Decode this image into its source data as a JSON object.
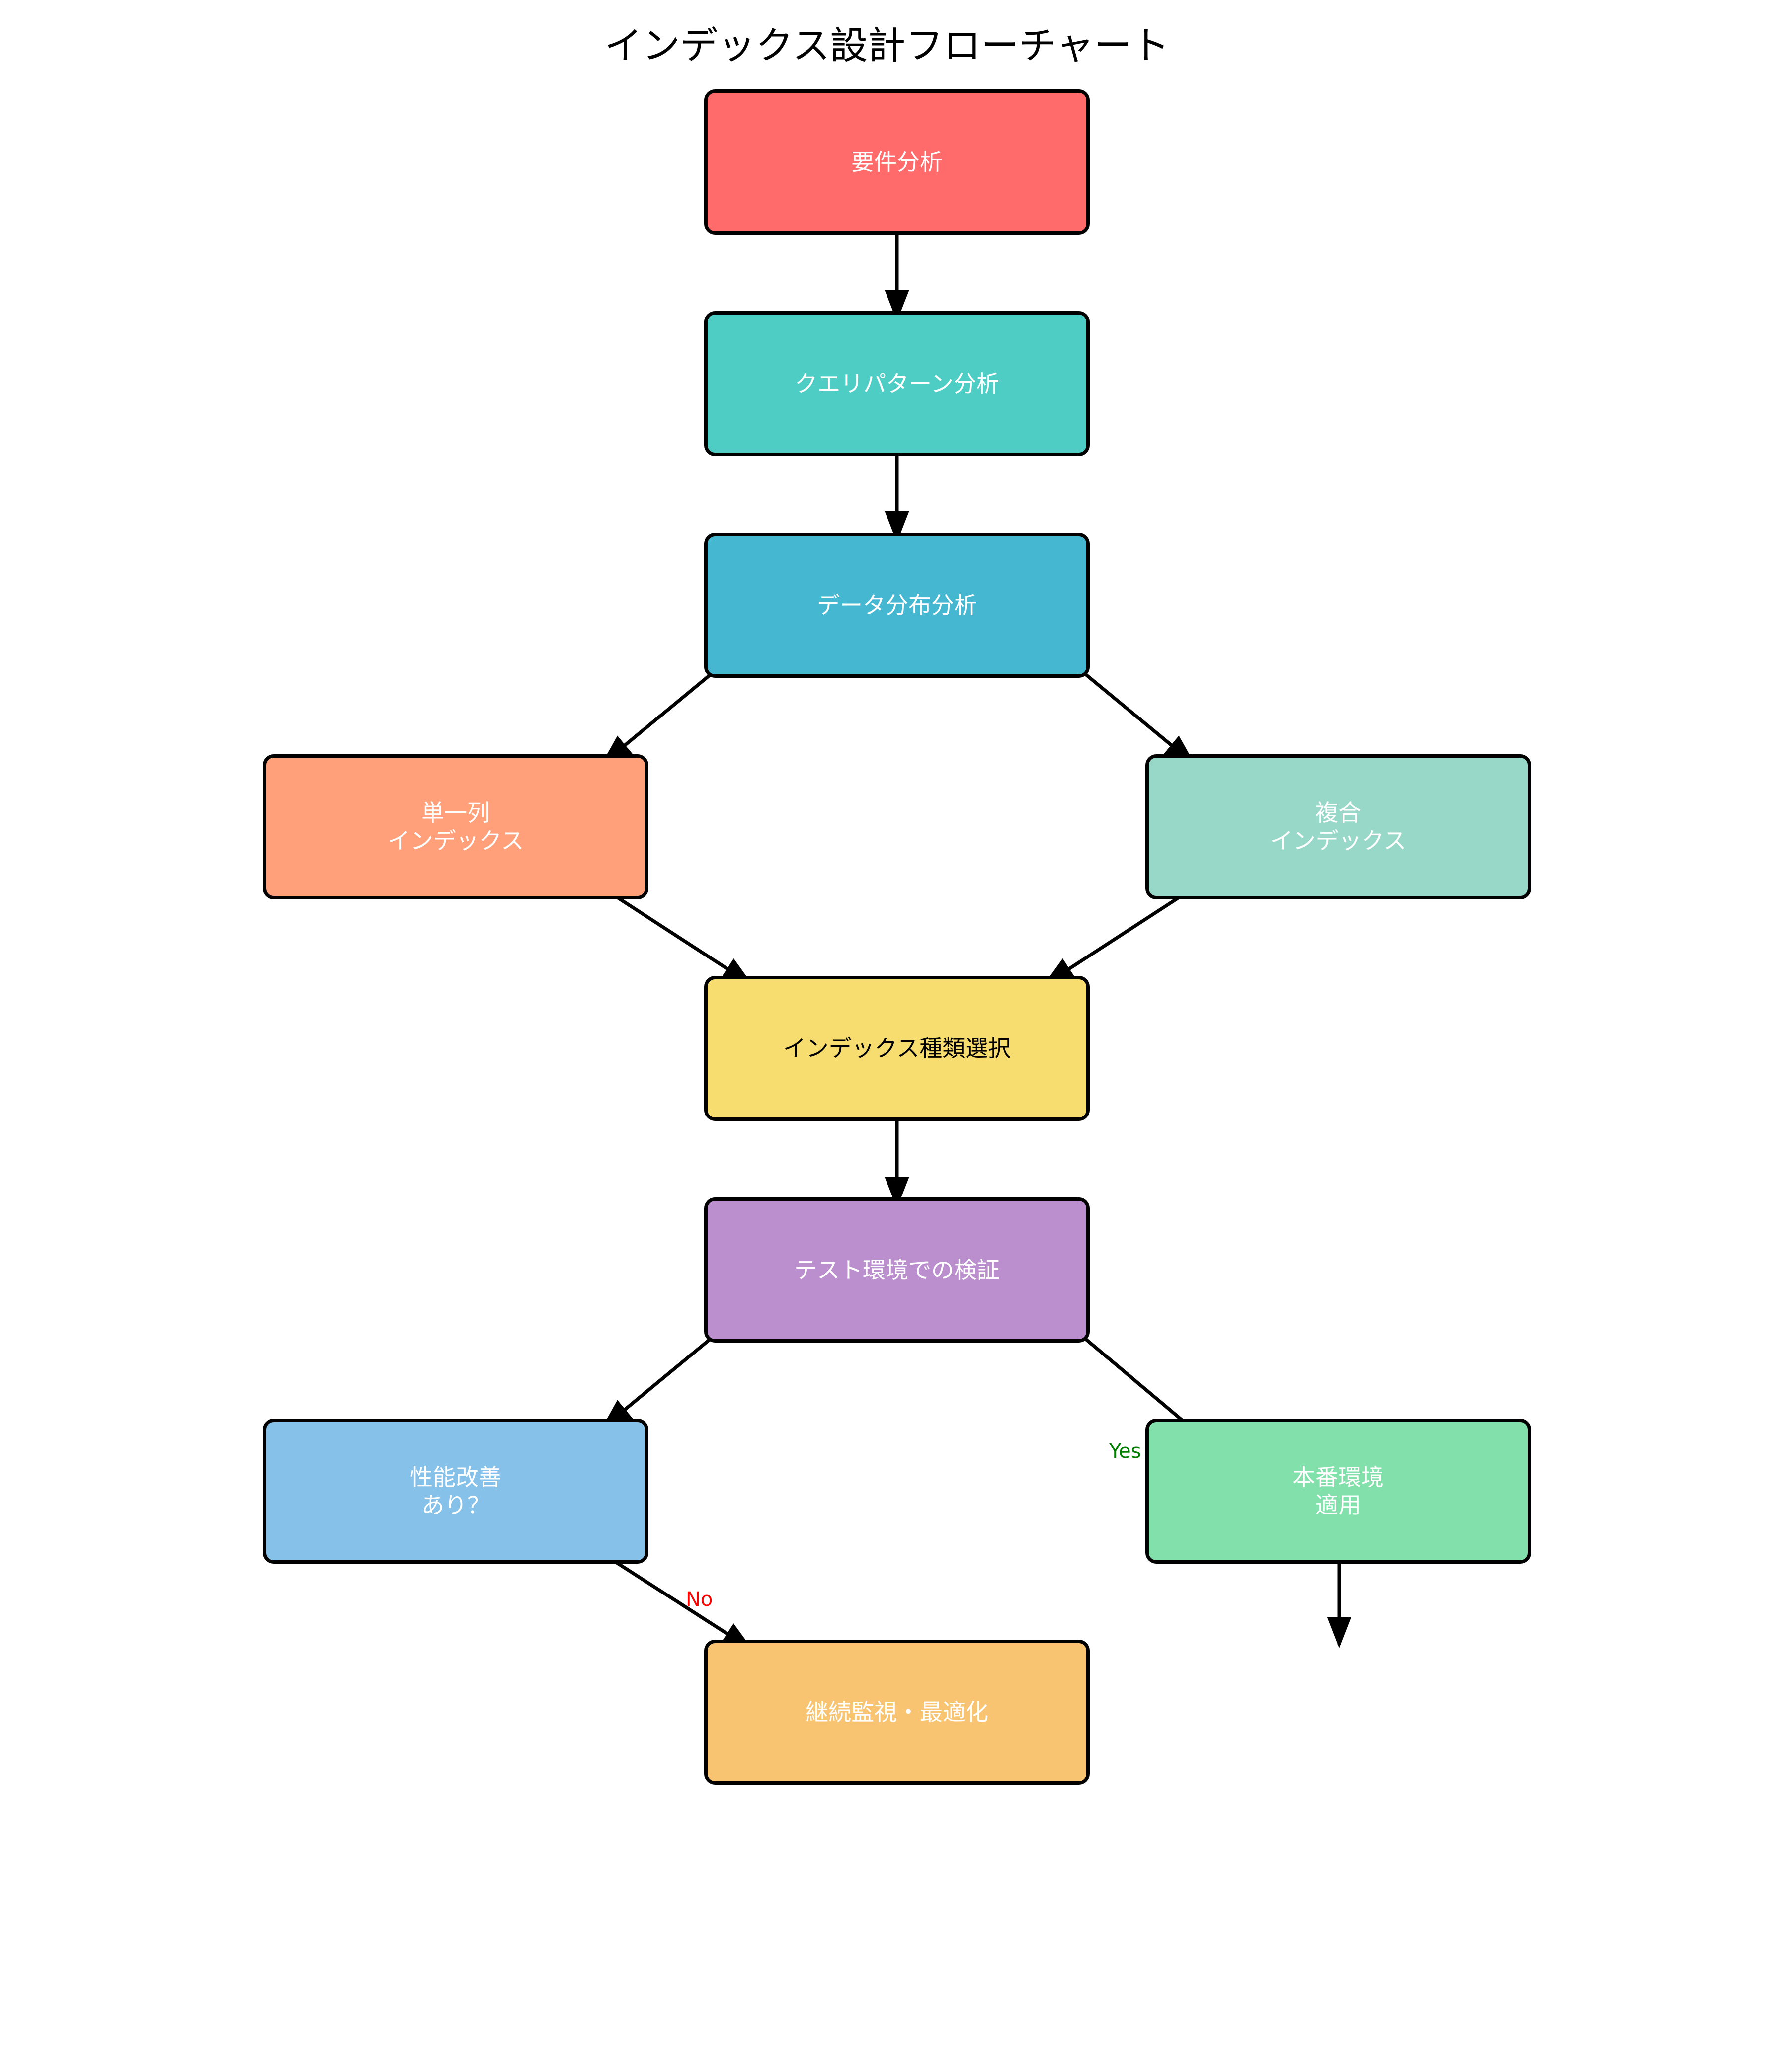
{
  "title": "インデックス設計フローチャート",
  "nodes": {
    "requirements": {
      "label": "要件分析",
      "color": "#FF6B6B"
    },
    "query_pattern": {
      "label": "クエリパターン分析",
      "color": "#4ECDC4"
    },
    "data_distribution": {
      "label": "データ分布分析",
      "color": "#45B7D1"
    },
    "single_column": {
      "label": "単一列\nインデックス",
      "color": "#FFA07A"
    },
    "composite": {
      "label": "複合\nインデックス",
      "color": "#98D8C8"
    },
    "index_type_selection": {
      "label": "インデックス種類選択",
      "color": "#F7DC6F"
    },
    "test_verification": {
      "label": "テスト環境での検証",
      "color": "#BB8FCE"
    },
    "performance_check": {
      "label": "性能改善\nあり？",
      "color": "#85C1E9"
    },
    "production": {
      "label": "本番環境\n適用",
      "color": "#82E0AA"
    },
    "monitoring": {
      "label": "継続監視・最適化",
      "color": "#F8C471"
    }
  },
  "edge_labels": {
    "yes": {
      "text": "Yes",
      "color": "#008000"
    },
    "no": {
      "text": "No",
      "color": "#FF0000"
    }
  }
}
